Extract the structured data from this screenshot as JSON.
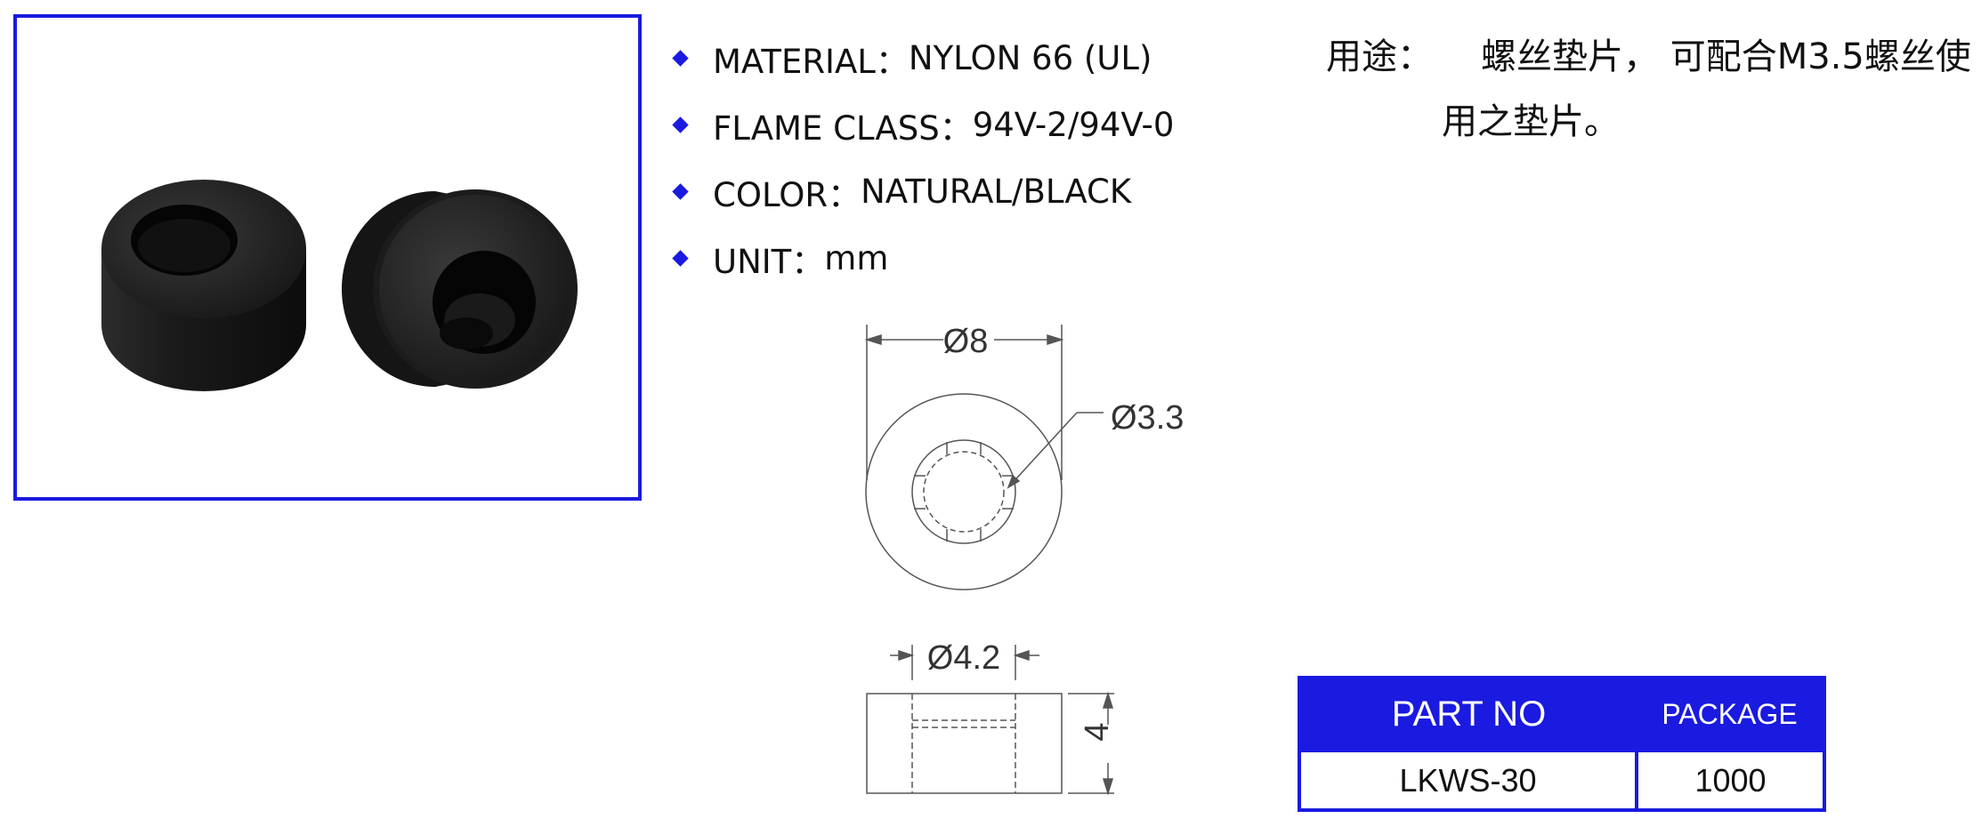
{
  "specs": [
    {
      "label": "MATERIAL：",
      "value": "NYLON 66 (UL)"
    },
    {
      "label": "FLAME CLASS：",
      "value": "94V-2/94V-0"
    },
    {
      "label": "COLOR：",
      "value": "NATURAL/BLACK"
    },
    {
      "label": "UNIT：",
      "value": "mm"
    }
  ],
  "usage": {
    "label": "用途：",
    "line1": "螺丝垫片， 可配合M3.5螺丝使",
    "line2": "用之垫片。"
  },
  "drawing": {
    "outer_diameter": "Ø8",
    "inner_diameter": "Ø3.3",
    "counterbore_diameter": "Ø4.2",
    "thickness": "4"
  },
  "table": {
    "headers": [
      "PART NO",
      "PACKAGE"
    ],
    "rows": [
      [
        "LKWS-30",
        "1000"
      ]
    ]
  },
  "colors": {
    "accent": "#1a1ae0",
    "line": "#555555"
  }
}
